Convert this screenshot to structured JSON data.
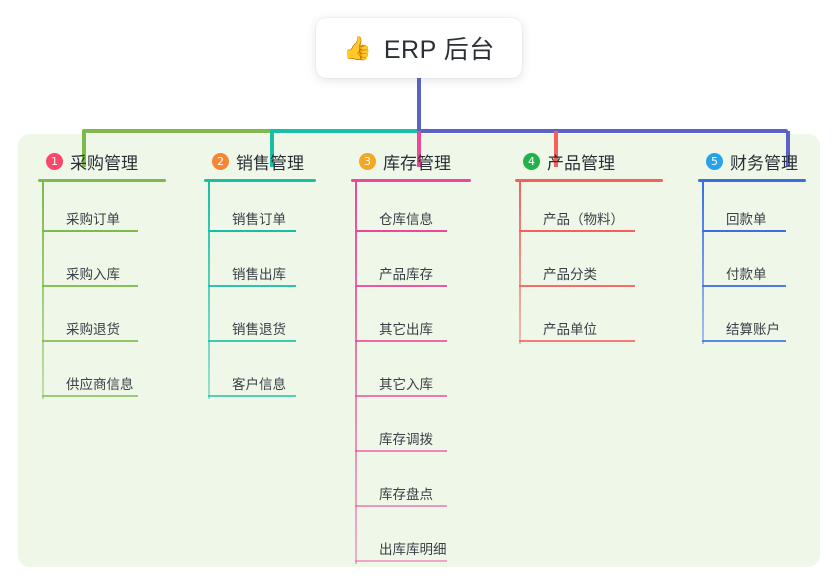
{
  "root": {
    "icon": "thumbs-up-icon",
    "icon_glyph": "👍",
    "title": "ERP 后台"
  },
  "columns": [
    {
      "number": "1",
      "title": "采购管理",
      "badge_color": "#f8476b",
      "line_color": "#7db94b",
      "items": [
        "采购订单",
        "采购入库",
        "采购退货",
        "供应商信息"
      ]
    },
    {
      "number": "2",
      "title": "销售管理",
      "badge_color": "#f58634",
      "line_color": "#19bfa4",
      "items": [
        "销售订单",
        "销售出库",
        "销售退货",
        "客户信息"
      ]
    },
    {
      "number": "3",
      "title": "库存管理",
      "badge_color": "#f5a623",
      "line_color": "#ec4899",
      "items": [
        "仓库信息",
        "产品库存",
        "其它出库",
        "其它入库",
        "库存调拨",
        "库存盘点",
        "出库库明细"
      ]
    },
    {
      "number": "4",
      "title": "产品管理",
      "badge_color": "#22b24c",
      "line_color": "#f4615c",
      "items": [
        "产品（物料）",
        "产品分类",
        "产品单位"
      ]
    },
    {
      "number": "5",
      "title": "财务管理",
      "badge_color": "#28a3e8",
      "line_color": "#3b6fe0",
      "items": [
        "回款单",
        "付款单",
        "结算账户"
      ]
    }
  ],
  "theme": {
    "panel_background": "#eef7e8",
    "page_background": "#ffffff",
    "card_background": "#ffffff",
    "text_color": "#2b2f36",
    "stem_color": "#5a62c9"
  }
}
